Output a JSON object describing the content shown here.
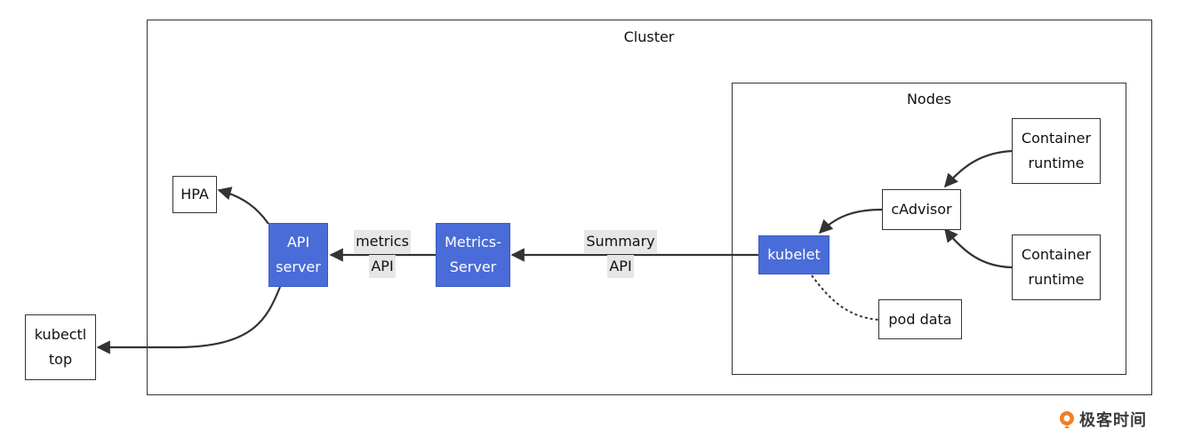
{
  "cluster": {
    "title": "Cluster"
  },
  "nodes_group": {
    "title": "Nodes"
  },
  "nodes": {
    "hpa": "HPA",
    "kubectl_line1": "kubectl",
    "kubectl_line2": "top",
    "api_line1": "API",
    "api_line2": "server",
    "metrics_line1": "Metrics-",
    "metrics_line2": "Server",
    "kubelet": "kubelet",
    "cadvisor": "cAdvisor",
    "runtime1_line1": "Container",
    "runtime1_line2": "runtime",
    "runtime2_line1": "Container",
    "runtime2_line2": "runtime",
    "pod_data": "pod data"
  },
  "edge_labels": {
    "metrics_api_line1": "metrics",
    "metrics_api_line2": "API",
    "summary_api_line1": "Summary",
    "summary_api_line2": "API"
  },
  "watermark": {
    "text": "极客时间"
  },
  "colors": {
    "accent": "#4a6cd8",
    "stroke": "#333333",
    "label_bg": "#e6e6e6"
  }
}
